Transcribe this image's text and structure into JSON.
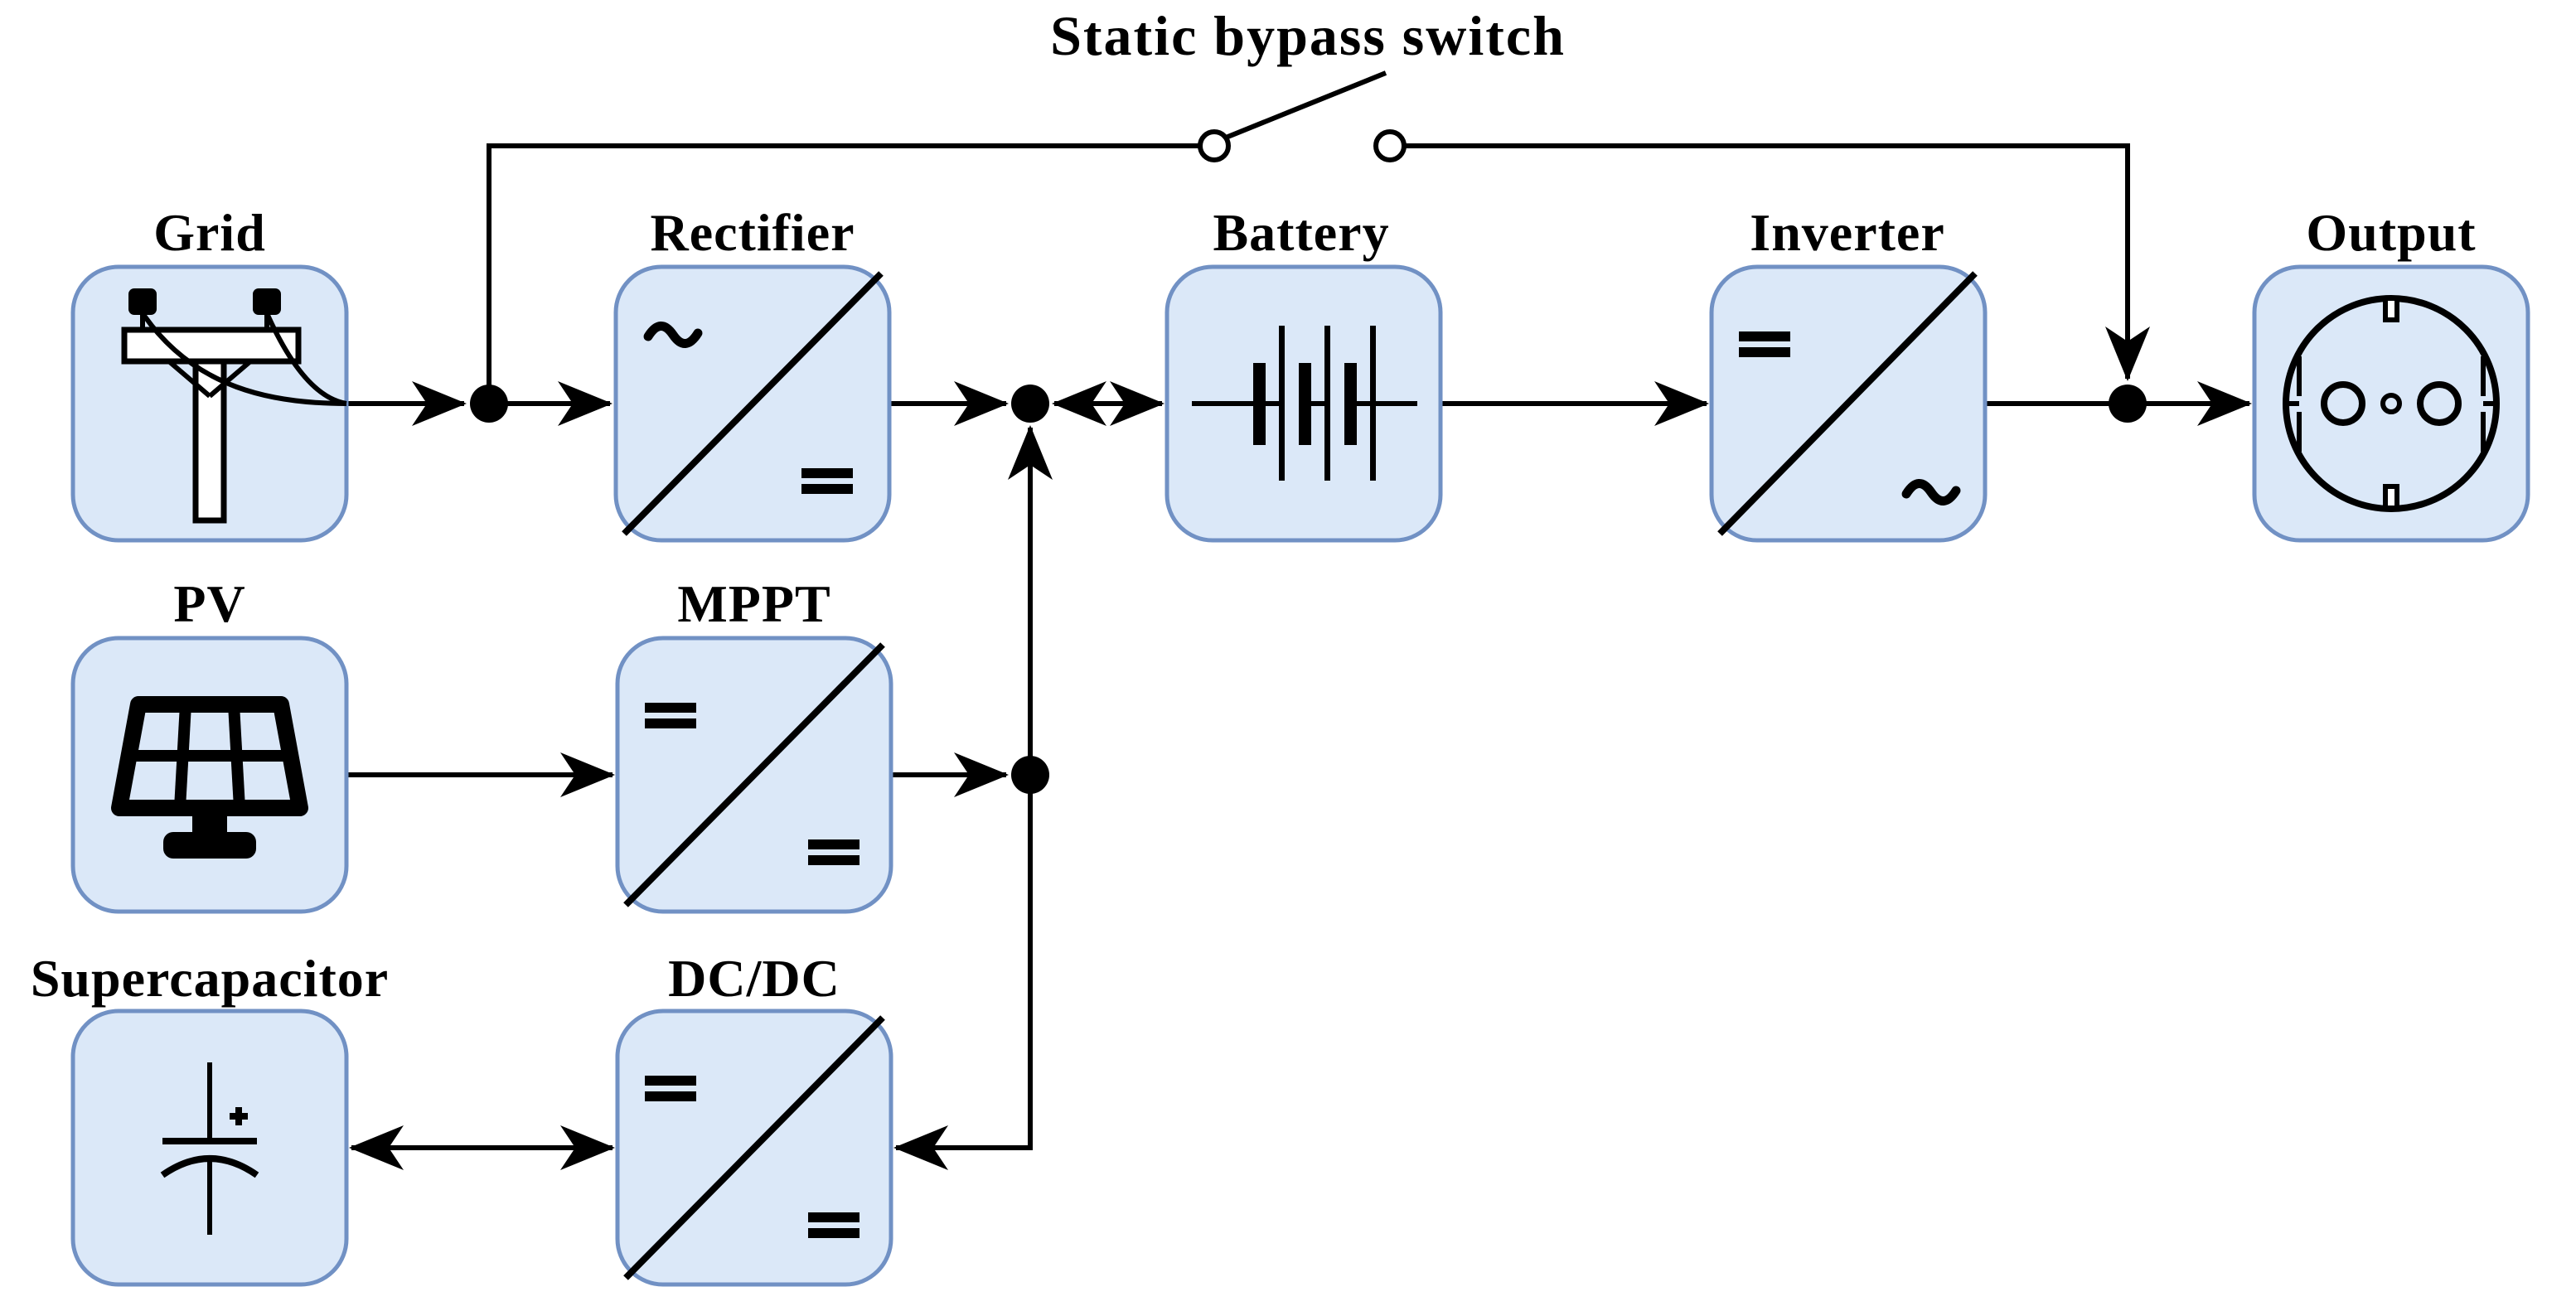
{
  "diagram": {
    "switch_label": "Static bypass switch",
    "blocks": [
      {
        "id": "grid",
        "label": "Grid"
      },
      {
        "id": "rectifier",
        "label": "Rectifier"
      },
      {
        "id": "battery",
        "label": "Battery"
      },
      {
        "id": "inverter",
        "label": "Inverter"
      },
      {
        "id": "output",
        "label": "Output"
      },
      {
        "id": "pv",
        "label": "PV"
      },
      {
        "id": "mppt",
        "label": "MPPT"
      },
      {
        "id": "supercapacitor",
        "label": "Supercapacitor"
      },
      {
        "id": "dcdc",
        "label": "DC/DC"
      }
    ],
    "icons": [
      "utility-pole-icon",
      "ac-dc-converter-icon",
      "battery-cells-icon",
      "dc-ac-converter-icon",
      "schuko-socket-icon",
      "solar-panel-icon",
      "dc-dc-converter-icon",
      "polarized-capacitor-icon",
      "open-switch-icon"
    ],
    "colors": {
      "block_fill": "#dbe8f8",
      "block_border": "#7191c4",
      "line": "#000000",
      "background": "#ffffff"
    }
  }
}
